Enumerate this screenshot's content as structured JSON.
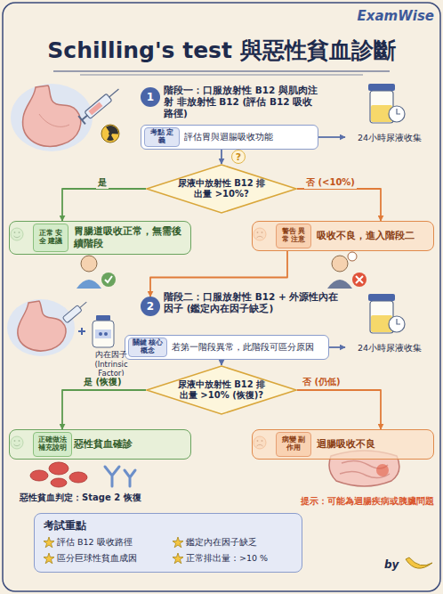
{
  "diagram": {
    "title": "Schilling's test 與惡性貧血診斷",
    "nodes": [
      {
        "text": [
          "1"
        ]
      },
      {
        "text": [
          "評估胃與迴腸吸收功能"
        ]
      },
      {
        "text": [
          "考點 定義"
        ],
        "in": 1
      },
      {
        "text": [
          "24小時尿液收集"
        ]
      },
      {
        "text": [
          "尿液中放射性 B12 排出量 >10%?"
        ]
      },
      {
        "text": [
          "胃腸道吸收正常，無需後續階段"
        ]
      },
      {
        "text": [
          "正常 安全 建議"
        ],
        "in": 5
      },
      {
        "text": [
          "吸收不良，進入階段二"
        ]
      },
      {
        "text": [
          "警告 異常 注意"
        ],
        "in": 7
      },
      {
        "text": [
          "2"
        ]
      },
      {
        "text": [
          "若第一階段異常，此階段可區分原因"
        ]
      },
      {
        "text": [
          "關鍵 核心概念"
        ],
        "in": 10
      },
      {
        "text": [
          "24小時尿液收集"
        ]
      },
      {
        "text": [
          "尿液中放射性 B12 排出量 >10% (恢復)?"
        ]
      },
      {
        "text": [
          "惡性貧血確診"
        ]
      },
      {
        "text": [
          "正確做法 補充說明"
        ],
        "in": 14
      },
      {
        "text": [
          "迴腸吸收不良"
        ]
      },
      {
        "text": [
          "病變 副作用"
        ],
        "in": 16
      },
      {
        "text": [
          "考試重點",
          "評估 B12 吸收路徑",
          "鑑定內在因子缺乏",
          "區分巨球性貧血成因",
          "正常排出量：>10 %"
        ]
      }
    ],
    "edges": [
      {
        "from": 1,
        "to": 3,
        "arrow": "to"
      },
      {
        "from": 1,
        "to": 4,
        "arrow": "to"
      },
      {
        "from": 4,
        "to": 5,
        "label": "是",
        "arrow": "to"
      },
      {
        "from": 4,
        "to": 7,
        "label": "否 (<10%)",
        "arrow": "to"
      },
      {
        "from": 7,
        "to": 9,
        "arrow": "to"
      },
      {
        "from": 10,
        "to": 12,
        "arrow": "to"
      },
      {
        "from": 10,
        "to": 13,
        "arrow": "to"
      },
      {
        "from": 13,
        "to": 14,
        "label": "是 (恢復)",
        "arrow": "to"
      },
      {
        "from": 13,
        "to": 16,
        "label": "否 (仍低)",
        "arrow": "to"
      }
    ],
    "labels": [
      "ExamWise",
      "階段一：口服放射性 B12 與肌肉注射 非放射性 B12 (評估 B12 吸收路徑)",
      "?",
      "階段二：口服放射性 B12 + 外源性內在因子 (鑑定內在因子缺乏)",
      "內在因子 (Intrinsic Factor)",
      "惡性貧血判定：Stage 2 恢復",
      "提示：可能為迴腸疾病或胰臟問題",
      "by"
    ]
  }
}
